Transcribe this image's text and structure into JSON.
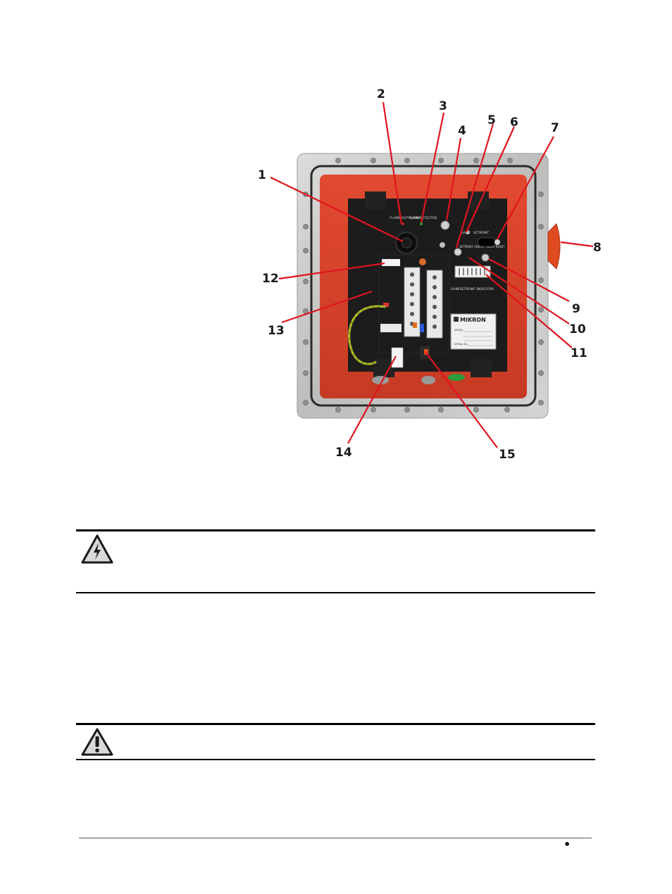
{
  "figure": {
    "callouts": [
      {
        "num": "1"
      },
      {
        "num": "2"
      },
      {
        "num": "3"
      },
      {
        "num": "4"
      },
      {
        "num": "5"
      },
      {
        "num": "6"
      },
      {
        "num": "7"
      },
      {
        "num": "8"
      },
      {
        "num": "9"
      },
      {
        "num": "10"
      },
      {
        "num": "11"
      },
      {
        "num": "12"
      },
      {
        "num": "13"
      },
      {
        "num": "14"
      },
      {
        "num": "15"
      }
    ],
    "panel_labels": {
      "flame_out_alarm": "FLAME OUT ALARM",
      "flame_detected": "FLAME DETECTED",
      "gain": "GAIN",
      "setpoint": "SETPOINT",
      "setpoint_adjust": "SETPOINT ADJUST",
      "relay_reset": "RELAY RESET",
      "gain_setpoint_indicator": "GAIN/SETPOINT INDICATOR",
      "brand": "MIKRON",
      "model": "MODEL",
      "serial": "SERIAL No."
    }
  },
  "footer": {
    "bullet": "•"
  },
  "colors": {
    "enclosure_red": "#d8442c",
    "enclosure_metal": "#c9c9c7",
    "callout_line": "#e0141e"
  }
}
